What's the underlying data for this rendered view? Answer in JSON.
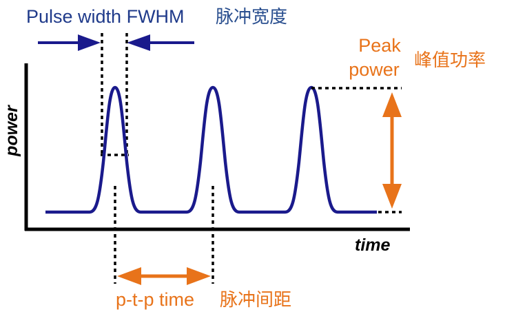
{
  "labels": {
    "pulse_width_en": "Pulse width FWHM",
    "pulse_width_zh": "脉冲宽度",
    "peak_en_line1": "Peak",
    "peak_en_line2": "power",
    "peak_zh": "峰值功率",
    "y_axis": "power",
    "x_axis": "time",
    "ptp_en": "p-t-p time",
    "ptp_zh": "脉冲间距"
  },
  "colors": {
    "pulse": "#1a1a8c",
    "blue_text": "#1f3a8a",
    "zh_blue": "#2a4f8f",
    "orange": "#e8731a",
    "axis": "#000000"
  }
}
